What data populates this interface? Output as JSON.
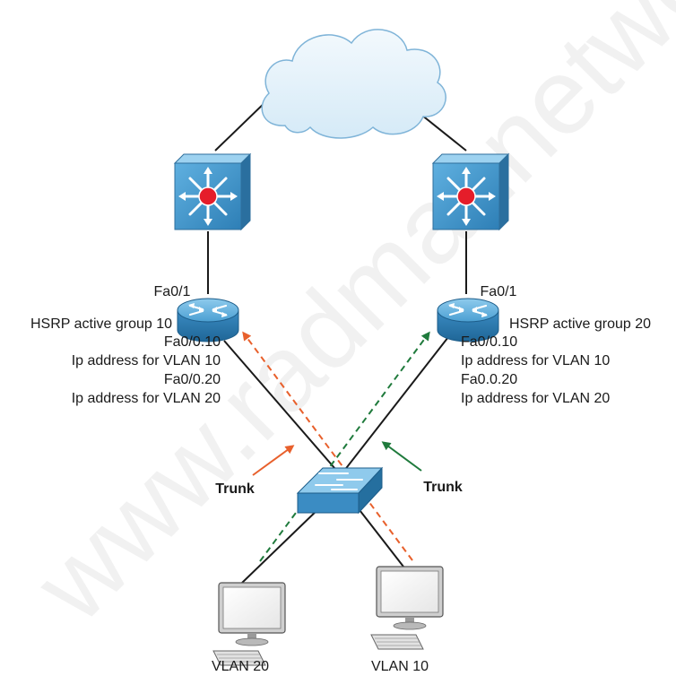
{
  "watermark": "www.radmannetworks.com",
  "colors": {
    "link": "#1a1a1a",
    "orange_path": "#e8602c",
    "green_path": "#1f7a3c",
    "device_blue": "#3a8fc4",
    "cloud_fill": "#e4f2fb",
    "cloud_stroke": "#7fb4d8",
    "core_red": "#e51d2a"
  },
  "left": {
    "port_up": "Fa0/1",
    "hsrp": "HSRP active group 10",
    "sub1": "Fa0/0.10",
    "sub1_desc": "Ip address for VLAN 10",
    "sub2": "Fa0/0.20",
    "sub2_desc": "Ip address for VLAN 20"
  },
  "right": {
    "port_up": "Fa0/1",
    "hsrp": "HSRP active group 20",
    "sub1": "Fa0/0.10",
    "sub1_desc": "Ip address for VLAN 10",
    "sub2": "Fa0.0.20",
    "sub2_desc": "Ip address for VLAN 20"
  },
  "trunk_left": "Trunk",
  "trunk_right": "Trunk",
  "pc_left": "VLAN 20",
  "pc_right": "VLAN 10",
  "icons": [
    "cloud-icon",
    "multilayer-switch-icon",
    "router-icon",
    "workgroup-switch-icon",
    "workstation-icon"
  ]
}
